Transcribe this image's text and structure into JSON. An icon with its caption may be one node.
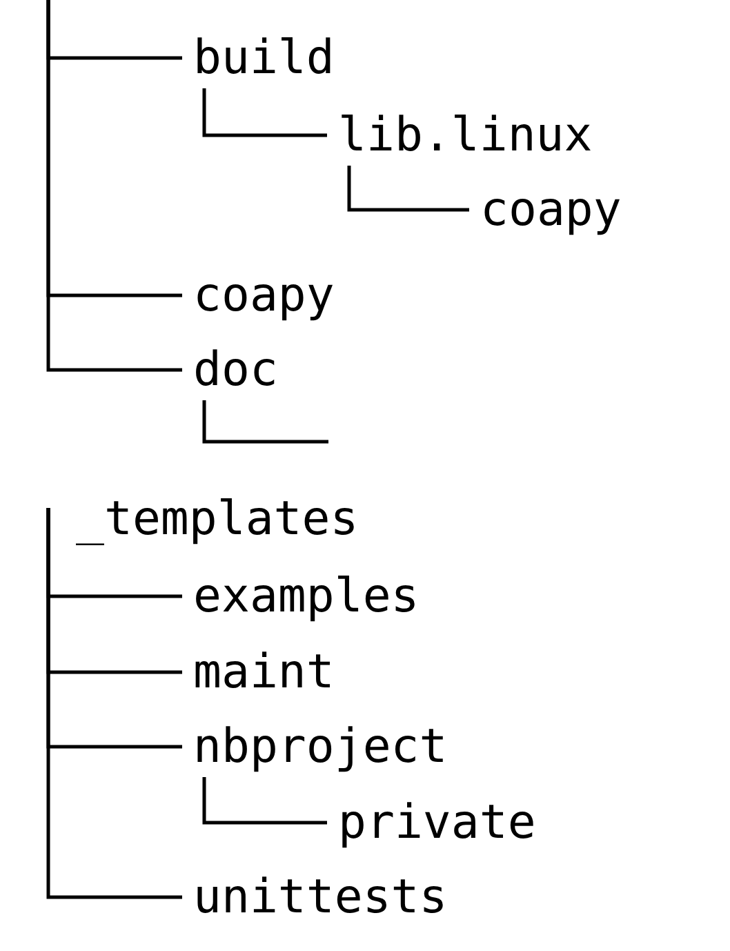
{
  "diagram": {
    "nodes": [
      {
        "text": [
          "build"
        ]
      },
      {
        "text": [
          "lib.linux"
        ]
      },
      {
        "text": [
          "coapy"
        ]
      },
      {
        "text": [
          "coapy"
        ]
      },
      {
        "text": [
          "doc"
        ]
      },
      {
        "text": [
          "_templates"
        ]
      },
      {
        "text": [
          "examples"
        ]
      },
      {
        "text": [
          "maint"
        ]
      },
      {
        "text": [
          "nbproject"
        ]
      },
      {
        "text": [
          "private"
        ]
      },
      {
        "text": [
          "unittests"
        ]
      }
    ],
    "edges": [
      {
        "from": null,
        "to": 0,
        "arrow": "none"
      },
      {
        "from": 0,
        "to": 1,
        "arrow": "none"
      },
      {
        "from": 1,
        "to": 2,
        "arrow": "none"
      },
      {
        "from": null,
        "to": 3,
        "arrow": "none"
      },
      {
        "from": null,
        "to": 4,
        "arrow": "none"
      },
      {
        "from": 4,
        "to": null,
        "arrow": "none"
      },
      {
        "from": 5,
        "to": 6,
        "arrow": "none"
      },
      {
        "from": 5,
        "to": 7,
        "arrow": "none"
      },
      {
        "from": 5,
        "to": 8,
        "arrow": "none"
      },
      {
        "from": 8,
        "to": 9,
        "arrow": "none"
      },
      {
        "from": 5,
        "to": 10,
        "arrow": "none"
      }
    ]
  }
}
